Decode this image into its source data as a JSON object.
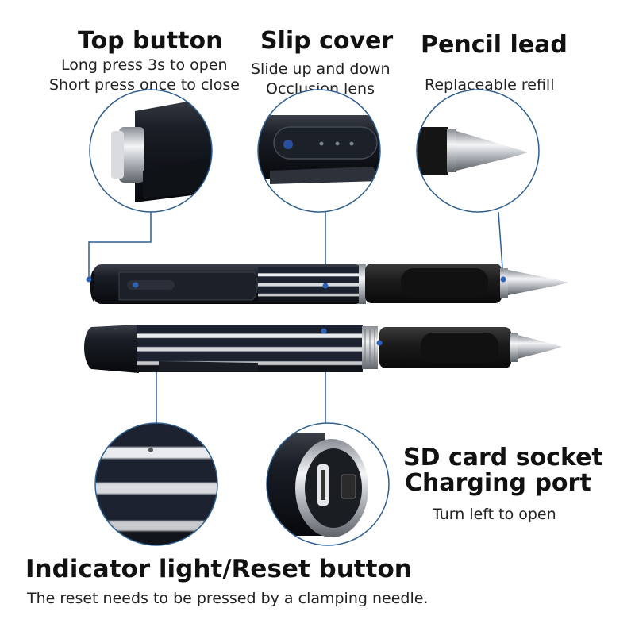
{
  "labels": {
    "top_button": {
      "title": "Top button",
      "line1": "Long press 3s to open",
      "line2": "Short press once to close"
    },
    "slip_cover": {
      "title": "Slip cover",
      "line1": "Slide up and down",
      "line2": "Occlusion lens"
    },
    "pencil_lead": {
      "title": "Pencil lead",
      "line1": "Replaceable refill"
    },
    "sd_card": {
      "title1": "SD card socket",
      "title2": "Charging port",
      "line1": "Turn left to open"
    },
    "indicator": {
      "title": "Indicator light/Reset button",
      "line1": "The reset needs to be pressed by a clamping needle."
    }
  },
  "colors": {
    "leader": "#2f5f8f",
    "marker": "#2e63b8",
    "pen_body": "#141820",
    "grip": "#1b1b1b",
    "chrome": "#c9ccd1"
  }
}
